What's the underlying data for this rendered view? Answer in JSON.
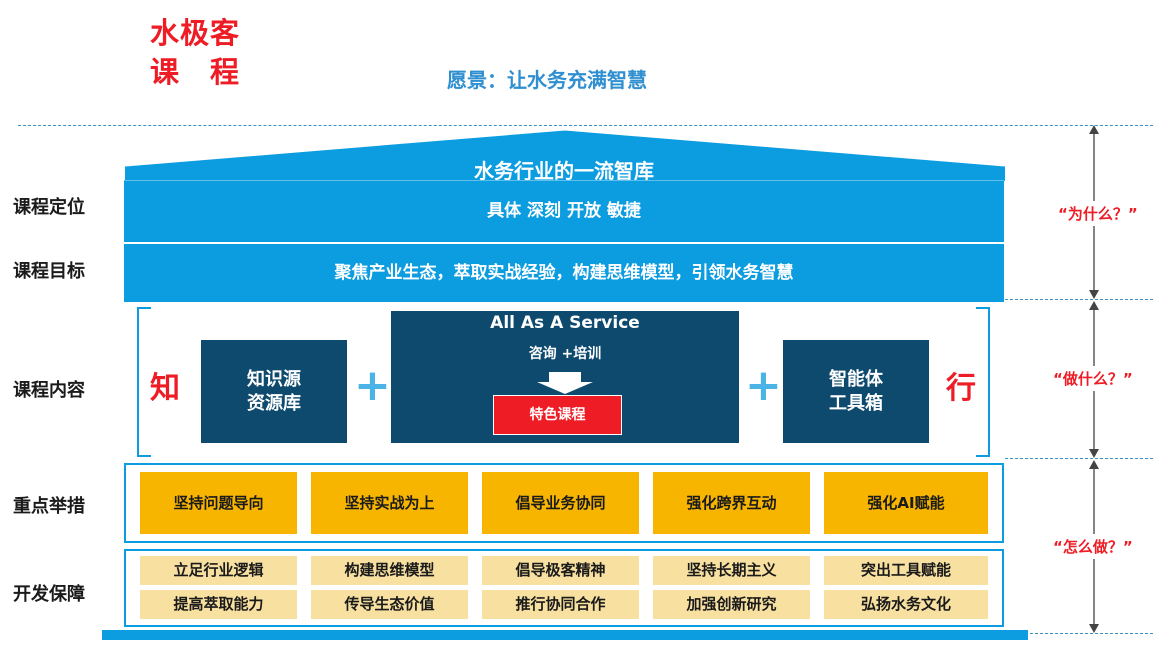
{
  "brand": {
    "line1": "水极客",
    "line2": "课　程"
  },
  "vision": "愿景：让水务充满智慧",
  "house": {
    "roof_title": "水务行业的一流智库",
    "positioning_band": "具体 深刻 开放 敏捷",
    "goal_band": "聚焦产业生态，萃取实战经验，构建思维模型，引领水务智慧"
  },
  "row_labels": {
    "positioning": "课程定位",
    "goal": "课程目标",
    "content": "课程内容",
    "measures": "重点举措",
    "support": "开发保障"
  },
  "content": {
    "left_char": "知",
    "right_char": "行",
    "left_box": {
      "line1": "知识源",
      "line2": "资源库"
    },
    "center_box": {
      "title": "All As A Service",
      "subtitle": "咨询 +培训",
      "highlight": "特色课程"
    },
    "right_box": {
      "line1": "智能体",
      "line2": "工具箱"
    },
    "plus": "+"
  },
  "measures": [
    "坚持问题导向",
    "坚持实战为上",
    "倡导业务协同",
    "强化跨界互动",
    "强化AI赋能"
  ],
  "support_row1": [
    "立足行业逻辑",
    "构建思维模型",
    "倡导极客精神",
    "坚持长期主义",
    "突出工具赋能"
  ],
  "support_row2": [
    "提高萃取能力",
    "传导生态价值",
    "推行协同合作",
    "加强创新研究",
    "弘扬水务文化"
  ],
  "questions": {
    "why": "“为什么？”",
    "what": "“做什么？”",
    "how": "“怎么做？”"
  },
  "colors": {
    "band_blue": "#0c9ce0",
    "dark_navy": "#0d4a6e",
    "orange": "#f7b500",
    "light_yellow": "#f7e0a0",
    "red": "#ee1c25",
    "plus_blue": "#4bb3e6"
  }
}
